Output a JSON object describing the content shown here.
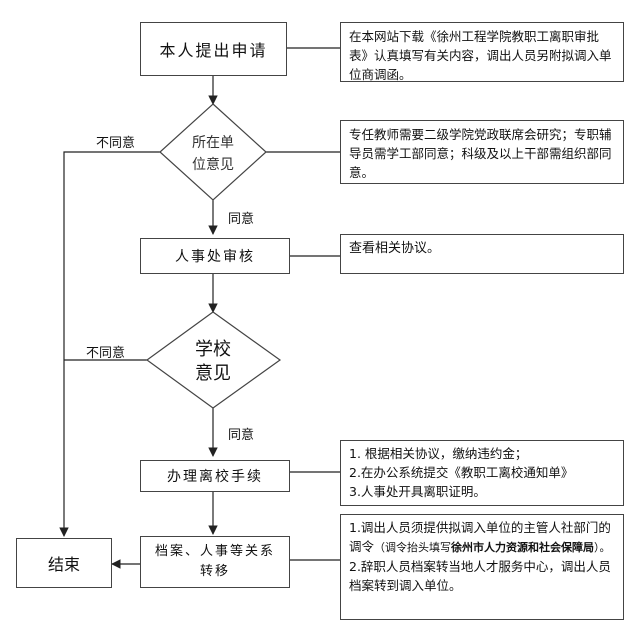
{
  "steps": {
    "apply": "本人提出申请",
    "dept_opinion_1": "所在单",
    "dept_opinion_2": "位意见",
    "hr_review": "人事处审核",
    "school_opinion_1": "学校",
    "school_opinion_2": "意见",
    "procedures": "办理离校手续",
    "archive_1": "档案、人事等关系",
    "archive_2": "转移",
    "end": "结束"
  },
  "labels": {
    "disagree_1": "不同意",
    "disagree_2": "不同意",
    "agree_1": "同意",
    "agree_2": "同意"
  },
  "notes": {
    "apply_note": "在本网站下载《徐州工程学院教职工离职审批表》认真填写有关内容，调出人员另附拟调入单位商调函。",
    "dept_note": "专任教师需要二级学院党政联席会研究；专职辅导员需学工部同意；科级及以上干部需组织部同意。",
    "hr_note": "查看相关协议。",
    "proc_note_1": "1. 根据相关协议，缴纳违约金；",
    "proc_note_2": "2.在办公系统提交《教职工离校通知单》",
    "proc_note_3": "3.人事处开具离职证明。",
    "archive_note_1a": "1.调出人员须提供拟调入单位的主管人社部门的调令",
    "archive_note_1b": "（调令抬头填写",
    "archive_note_1c": "徐州市人力资源和社会保障局",
    "archive_note_1d": "）。",
    "archive_note_2": "2.辞职人员档案转当地人才服务中心，调出人员档案转到调入单位。"
  }
}
